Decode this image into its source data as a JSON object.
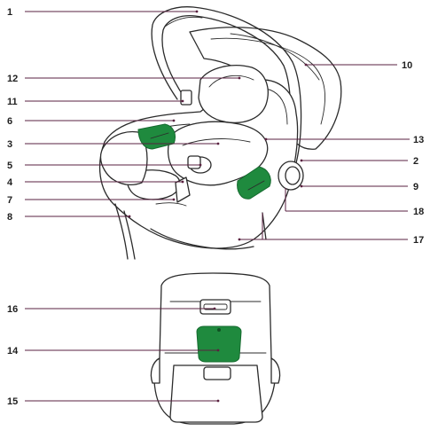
{
  "colors": {
    "line": "#2b2b2b",
    "leader": "#5a2140",
    "highlight": "#1f8a3e",
    "highlight_dark": "#166a2f"
  },
  "callouts": {
    "n1": "1",
    "n2": "2",
    "n3": "3",
    "n4": "4",
    "n5": "5",
    "n6": "6",
    "n7": "7",
    "n8": "8",
    "n9": "9",
    "n10": "10",
    "n11": "11",
    "n12": "12",
    "n13": "13",
    "n14": "14",
    "n15": "15",
    "n16": "16",
    "n17": "17",
    "n18": "18"
  }
}
